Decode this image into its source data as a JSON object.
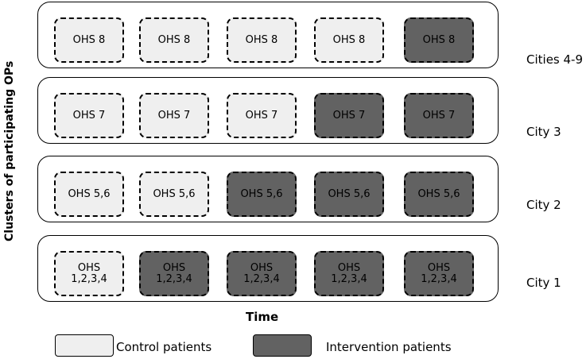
{
  "axis": {
    "y_label": "Clusters of participating OPs",
    "x_label": "Time"
  },
  "rows": [
    {
      "city": "Cities 4-9",
      "cells": [
        {
          "label": "OHS 8",
          "group": "control"
        },
        {
          "label": "OHS 8",
          "group": "control"
        },
        {
          "label": "OHS 8",
          "group": "control"
        },
        {
          "label": "OHS 8",
          "group": "control"
        },
        {
          "label": "OHS 8",
          "group": "intervention"
        }
      ]
    },
    {
      "city": "City 3",
      "cells": [
        {
          "label": "OHS 7",
          "group": "control"
        },
        {
          "label": "OHS 7",
          "group": "control"
        },
        {
          "label": "OHS 7",
          "group": "control"
        },
        {
          "label": "OHS 7",
          "group": "intervention"
        },
        {
          "label": "OHS 7",
          "group": "intervention"
        }
      ]
    },
    {
      "city": "City 2",
      "cells": [
        {
          "label": "OHS 5,6",
          "group": "control"
        },
        {
          "label": "OHS 5,6",
          "group": "control"
        },
        {
          "label": "OHS 5,6",
          "group": "intervention"
        },
        {
          "label": "OHS 5,6",
          "group": "intervention"
        },
        {
          "label": "OHS 5,6",
          "group": "intervention"
        }
      ]
    },
    {
      "city": "City 1",
      "cells": [
        {
          "label": "OHS\n1,2,3,4",
          "group": "control"
        },
        {
          "label": "OHS\n1,2,3,4",
          "group": "intervention"
        },
        {
          "label": "OHS\n1,2,3,4",
          "group": "intervention"
        },
        {
          "label": "OHS\n1,2,3,4",
          "group": "intervention"
        },
        {
          "label": "OHS\n1,2,3,4",
          "group": "intervention"
        }
      ]
    }
  ],
  "legend": {
    "control": {
      "label": "Control patients",
      "color": "#efefef"
    },
    "intervention": {
      "label": "Intervention patients",
      "color": "#626262"
    }
  }
}
